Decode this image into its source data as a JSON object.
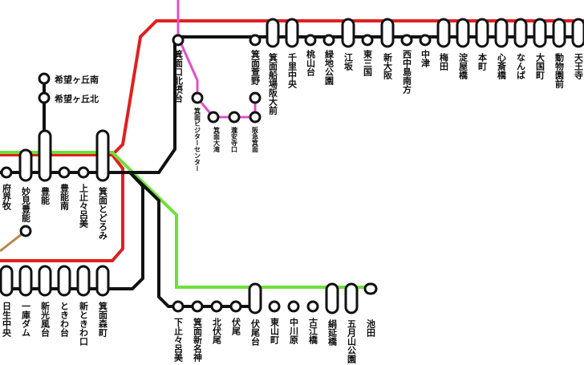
{
  "title": "",
  "colors": {
    "red_line": "#e02020",
    "black_line": "#111111",
    "green_line": "#6ee03a",
    "magenta_line": "#e050c8",
    "brown_line": "#b8864a",
    "station_fill": "#ffffff"
  },
  "stations": {
    "senri_chuo": "千里中央",
    "momoyamadai": "桃山台",
    "ryokuchi_koen": "緑地公園",
    "esaka": "江坂",
    "higashi_mikuni": "東三国",
    "shin_osaka": "新大阪",
    "nishinakajima_minamigata": "西中島南方",
    "nakatsu": "中津",
    "umeda": "梅田",
    "yodoyabashi": "淀屋橋",
    "hommachi": "本町",
    "shinsaibashi": "心斎橋",
    "namba": "なんば",
    "daikokucho": "大国町",
    "dobutsuen_mae": "動物園前",
    "tennoji": "天王寺",
    "minoo_kayano": "箕面萱野",
    "minoo_funaba": "箕面船場阪大前",
    "minoo_kita_settsu": "箕面口北摂台",
    "visitor_center": "箕面ビジターセンター",
    "minoo_otaki": "箕面大滝",
    "ryuanji": "瀧安寺口",
    "hankyu_minoo": "阪急箕面",
    "kibogaoka_minami": "希望ヶ丘南",
    "kibogaoka_kita": "希望ヶ丘北",
    "fuchimaki": "府界牧",
    "myoken_toyono": "妙見豊能",
    "toyono": "豊能",
    "toyono_minami": "豊能南",
    "kamitodoromi": "上止々呂美",
    "minoo_todoromi": "箕面とどろみ",
    "hisei_chuo": "日生中央",
    "ichiko_dam": "一庫ダム",
    "shinkofudai": "新光風台",
    "tokiwadai": "ときわ台",
    "shintokiwaguchi": "新ときわ口",
    "minoo_morimachi": "箕面森町",
    "shimotodoromi": "下止々呂美",
    "minoo_shinmyojin": "箕面新名神",
    "kitafushio": "北伏尾",
    "fushio": "伏尾",
    "fushiodai": "伏尾台",
    "higashiyamacho": "東山町",
    "nakagawara": "中川原",
    "koebashi": "古江橋",
    "kinubashi": "絹延橋",
    "satsukiyama_koen": "五月山公園",
    "ikeda": "池田"
  }
}
